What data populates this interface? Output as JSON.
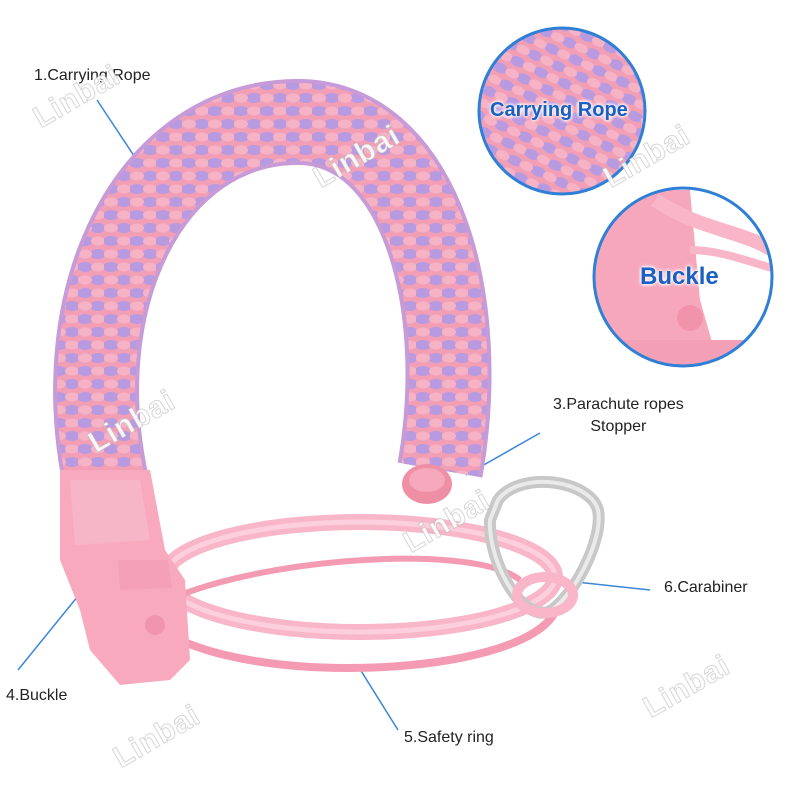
{
  "callouts": {
    "carrying_rope": "1.Carrying Rope",
    "stopper_line1": "3.Parachute ropes",
    "stopper_line2": "Stopper",
    "buckle": "4.Buckle",
    "safety_ring": "5.Safety ring",
    "carabiner": "6.Carabiner"
  },
  "zoom_insets": {
    "carrying_rope": "Carrying Rope",
    "buckle": "Buckle"
  },
  "watermark": "Linbai",
  "colors": {
    "rope_pink": "#f29fb6",
    "rope_purple": "#b89ae0",
    "plastic_pink": "#f8b6c8",
    "carabiner_silver": "#c8c8c8",
    "callout_line": "#3a86d8",
    "inset_label": "#1a5fc4"
  }
}
